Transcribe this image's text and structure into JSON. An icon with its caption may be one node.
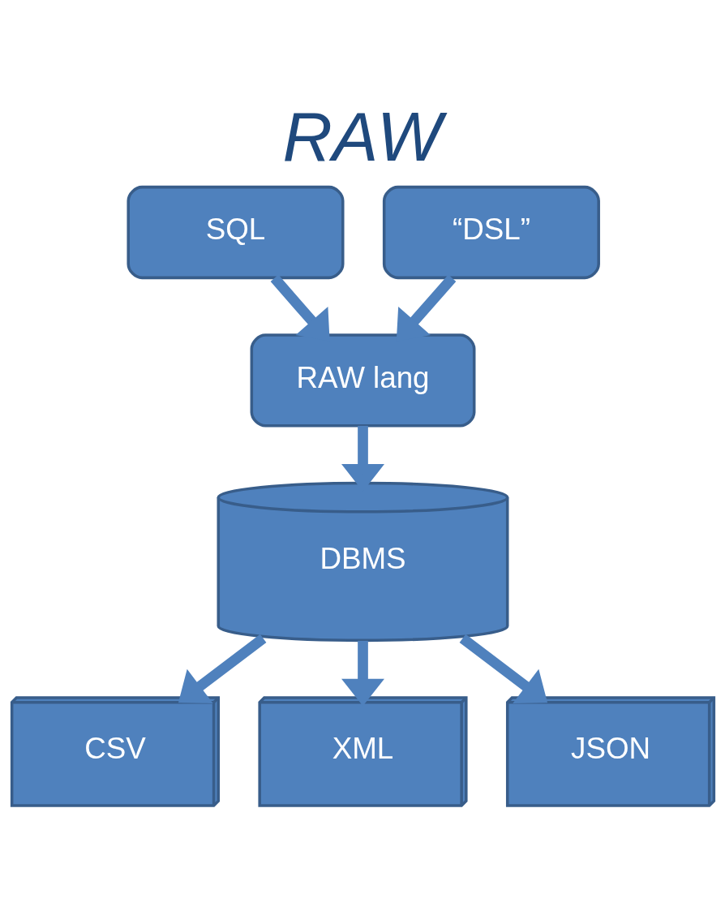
{
  "diagram": {
    "title": "RAW",
    "nodes": [
      {
        "text": [
          "SQL"
        ]
      },
      {
        "text": [
          "“DSL”"
        ]
      },
      {
        "text": [
          "RAW lang"
        ]
      },
      {
        "text": [
          "DBMS"
        ]
      },
      {
        "text": [
          "CSV"
        ]
      },
      {
        "text": [
          "XML"
        ]
      },
      {
        "text": [
          "JSON"
        ]
      }
    ],
    "edges": [
      {
        "from": 0,
        "to": 2,
        "arrow": "to"
      },
      {
        "from": 1,
        "to": 2,
        "arrow": "to"
      },
      {
        "from": 2,
        "to": 3,
        "arrow": "to"
      },
      {
        "from": 3,
        "to": 4,
        "arrow": "to"
      },
      {
        "from": 3,
        "to": 5,
        "arrow": "to"
      },
      {
        "from": 3,
        "to": 6,
        "arrow": "to"
      }
    ]
  }
}
